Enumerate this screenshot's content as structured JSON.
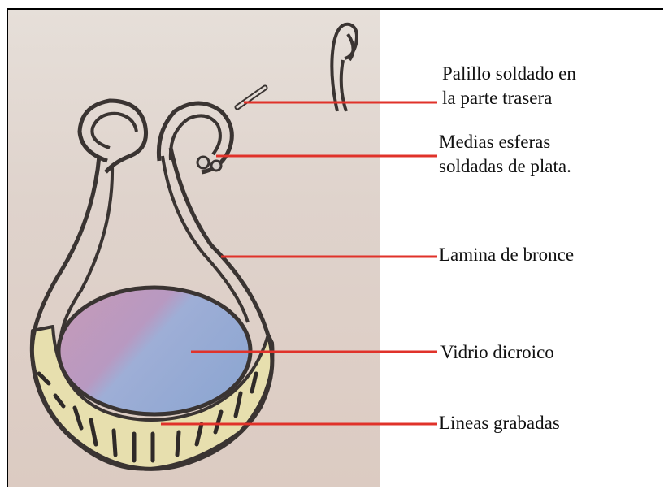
{
  "labels": {
    "stick": [
      "Palillo soldado en",
      "la parte trasera"
    ],
    "spheres": [
      "Medias esferas",
      "soldadas de plata."
    ],
    "sheet": [
      "Lamina de bronce"
    ],
    "glass": [
      "Vidrio dicroico"
    ],
    "lines": [
      "Lineas grabadas"
    ]
  },
  "colors": {
    "leader_line": "#e0322a",
    "brass_fill": "#e7dfae",
    "glass_pink": "#c89ab8",
    "glass_blue": "#94a9d3",
    "outline": "#3a3432"
  }
}
